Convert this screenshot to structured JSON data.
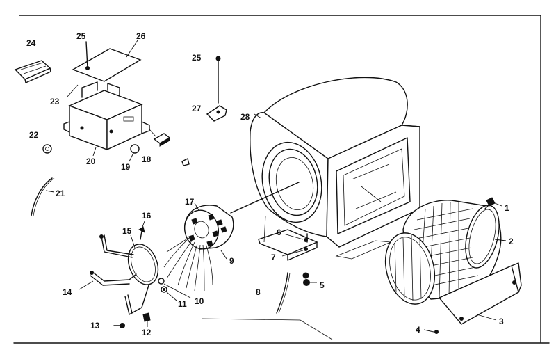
{
  "diagram": {
    "labels": {
      "p1": "1",
      "p2": "2",
      "p3": "3",
      "p4": "4",
      "p5": "5",
      "p6": "6",
      "p7": "7",
      "p8": "8",
      "p9": "9",
      "p10": "10",
      "p11": "11",
      "p12": "12",
      "p13": "13",
      "p14": "14",
      "p15": "15",
      "p16": "16",
      "p17": "17",
      "p18": "18",
      "p19": "19",
      "p20": "20",
      "p21": "21",
      "p22": "22",
      "p23": "23",
      "p24": "24",
      "p25a": "25",
      "p25b": "25",
      "p26": "26",
      "p27": "27",
      "p28": "28"
    }
  }
}
